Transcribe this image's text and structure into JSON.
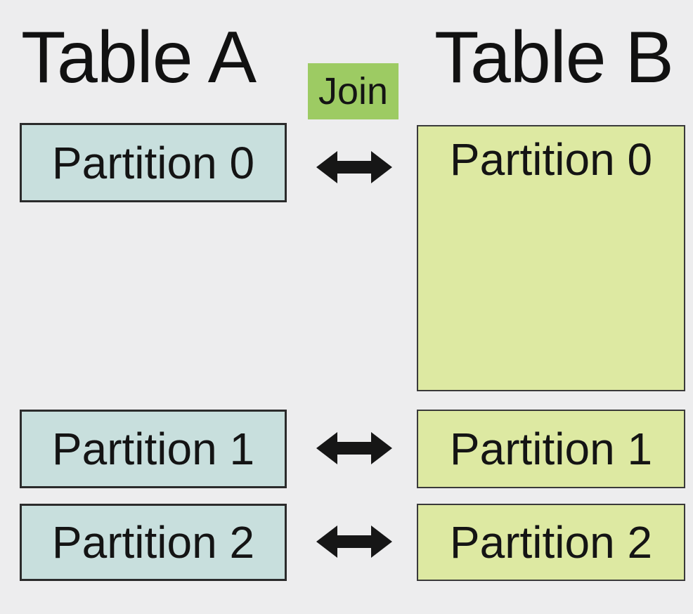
{
  "diagram": {
    "join": {
      "label": "Join"
    },
    "table_a": {
      "title": "Table A",
      "partitions": [
        "Partition 0",
        "Partition 1",
        "Partition 2"
      ]
    },
    "table_b": {
      "title": "Table B",
      "partitions": [
        "Partition 0",
        "Partition 1",
        "Partition 2"
      ]
    },
    "arrows": {
      "icon": "double-headed-arrow-icon",
      "count": 3
    },
    "colors": {
      "background": "#ededee",
      "table_a_fill": "#c8dfdd",
      "table_b_fill": "#dde9a2",
      "join_fill": "#9dcb63",
      "box_border": "#2b2b2b",
      "arrow": "#161616",
      "text": "#111111"
    }
  }
}
